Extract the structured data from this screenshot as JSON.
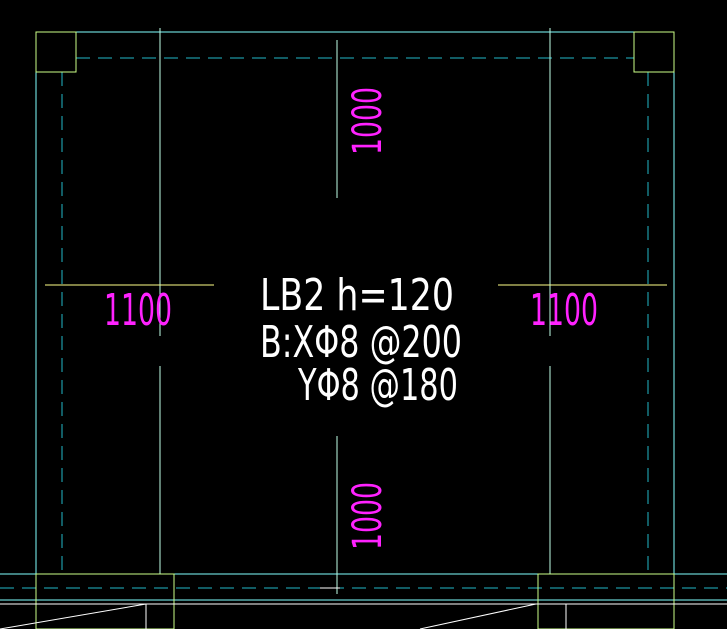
{
  "drawing": {
    "slab_label": "LB2 h=120",
    "bottom_rebar_x": "B:XΦ8 @200",
    "bottom_rebar_y": "YΦ8 @180",
    "dim_top": "1000",
    "dim_bottom": "1000",
    "dim_left": "1100",
    "dim_right": "1100"
  },
  "colors": {
    "background": "#000000",
    "wall_cyan": "#7fffff",
    "dashed_cyan": "#22b8c8",
    "yellow": "#ffff88",
    "magenta": "#ff22ff",
    "white": "#ffffff",
    "column_frame": "#ccff88"
  }
}
